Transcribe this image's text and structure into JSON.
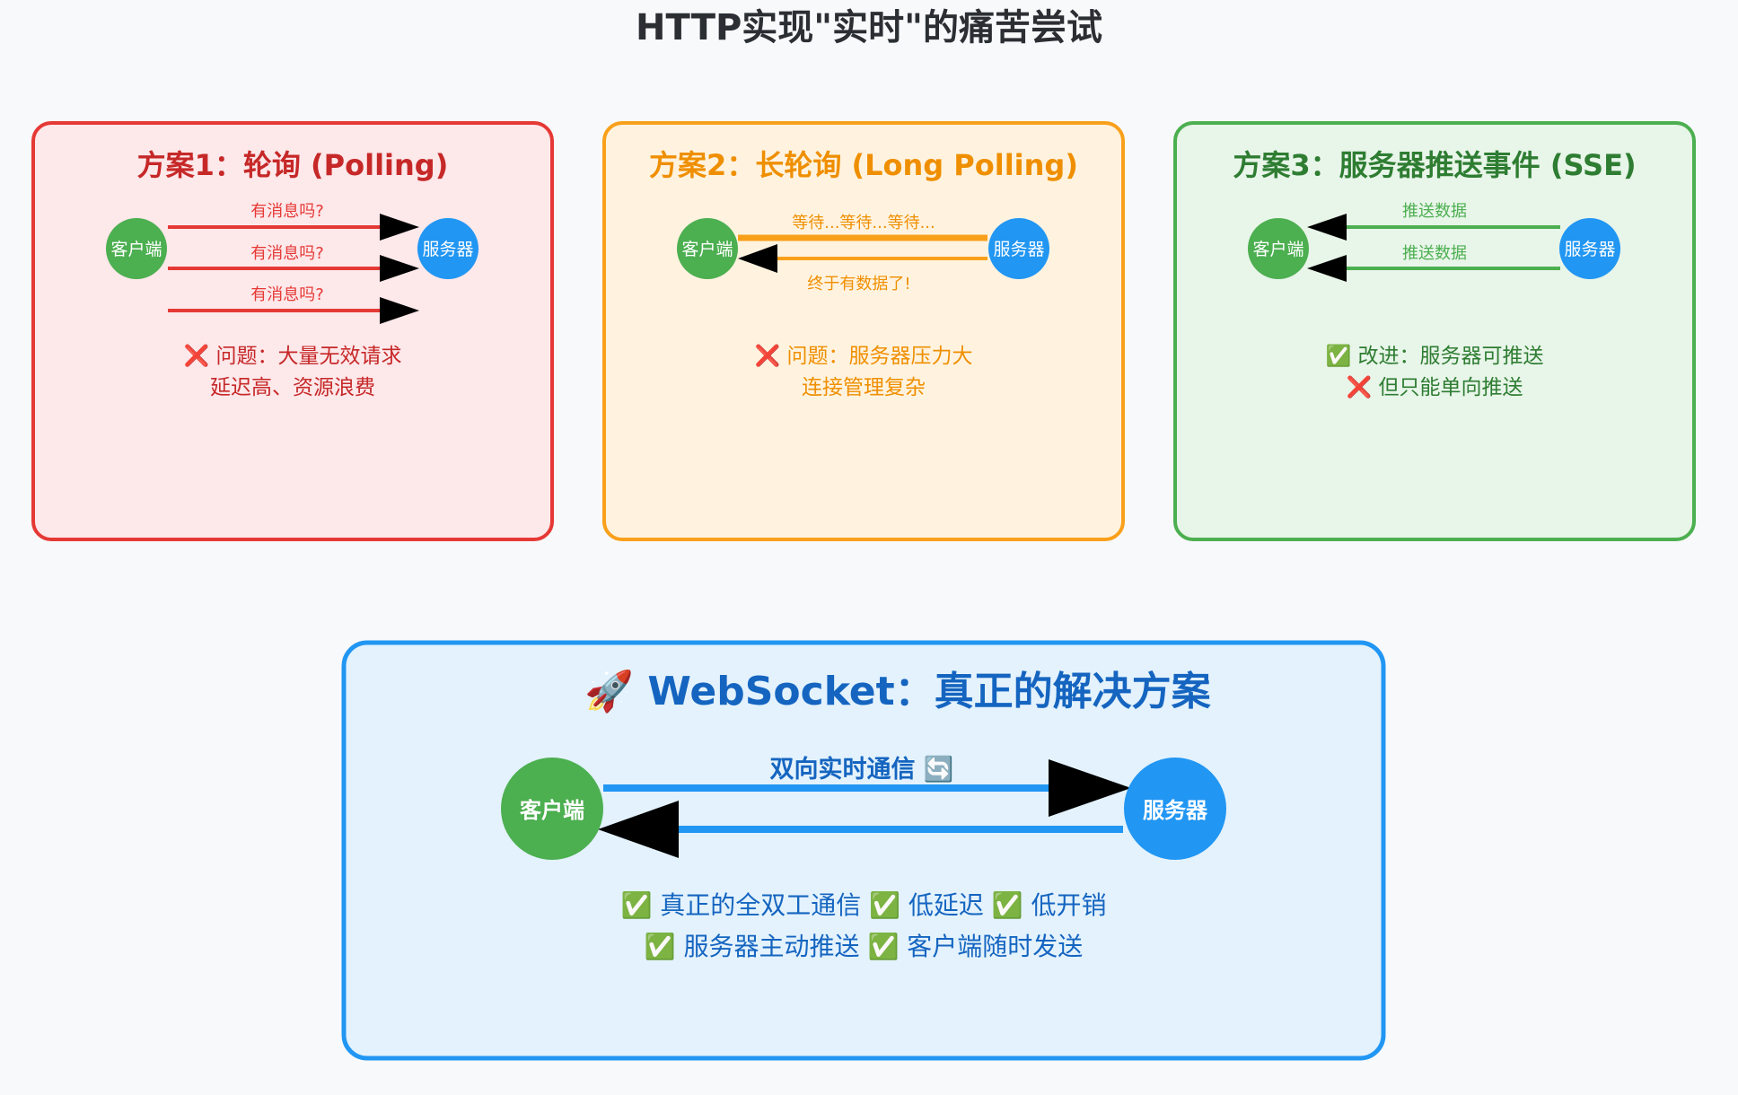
{
  "title": "HTTP实现\"实时\"的痛苦尝试",
  "colors": {
    "bg": "#f8f9fb",
    "red": "#e53935",
    "red_fill": "#fde8ea",
    "red_text": "#c62828",
    "orange": "#f9a01b",
    "orange_fill": "#fff3e0",
    "orange_text": "#ef8f00",
    "green": "#4caf50",
    "green_fill": "#e8f5e9",
    "green_text": "#2e7d32",
    "blue": "#2196f3",
    "blue_fill": "#e3f2fd",
    "blue_text": "#1565c0",
    "client_node": "#4caf50",
    "server_node": "#2196f3"
  },
  "panels": [
    {
      "id": "polling",
      "heading": "方案1：轮询 (Polling)",
      "client_label": "客户端",
      "server_label": "服务器",
      "arrow_labels": [
        "有消息吗?",
        "有消息吗?",
        "有消息吗?"
      ],
      "notes": [
        "❌ 问题：大量无效请求",
        "延迟高、资源浪费"
      ]
    },
    {
      "id": "long-polling",
      "heading": "方案2：长轮询 (Long Polling)",
      "client_label": "客户端",
      "server_label": "服务器",
      "arrow_labels": [
        "等待...等待...等待...",
        "终于有数据了!"
      ],
      "notes": [
        "❌ 问题：服务器压力大",
        "连接管理复杂"
      ]
    },
    {
      "id": "sse",
      "heading": "方案3：服务器推送事件 (SSE)",
      "client_label": "客户端",
      "server_label": "服务器",
      "arrow_labels": [
        "推送数据",
        "推送数据"
      ],
      "notes": [
        "✅ 改进：服务器可推送",
        "❌ 但只能单向推送"
      ]
    }
  ],
  "websocket": {
    "heading": "🚀 WebSocket：真正的解决方案",
    "client_label": "客户端",
    "server_label": "服务器",
    "arrow_label": "双向实时通信 🔄",
    "benefits": [
      "✅ 真正的全双工通信 ✅ 低延迟 ✅ 低开销",
      "✅ 服务器主动推送 ✅ 客户端随时发送"
    ]
  }
}
